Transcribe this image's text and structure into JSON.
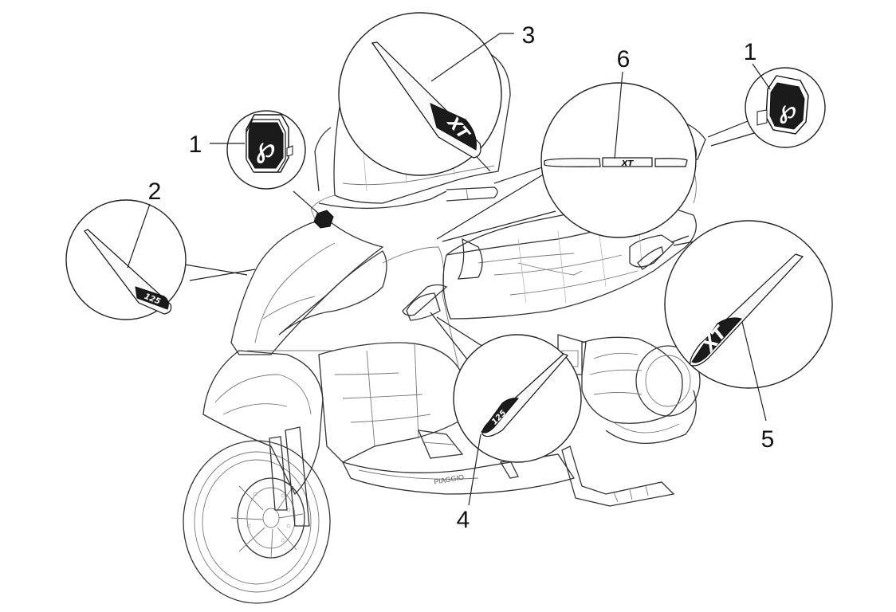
{
  "callouts": [
    {
      "id": "label-1-left",
      "text": "1"
    },
    {
      "id": "label-2",
      "text": "2"
    },
    {
      "id": "label-3",
      "text": "3"
    },
    {
      "id": "label-6",
      "text": "6"
    },
    {
      "id": "label-1-right",
      "text": "1"
    },
    {
      "id": "label-5",
      "text": "5"
    },
    {
      "id": "label-4",
      "text": "4"
    }
  ],
  "decals": {
    "emblem": "℘",
    "xt": "XT",
    "engine_size": "125",
    "wing_text": "PIAGGIO"
  },
  "icons": {
    "emblem_icon": "piaggio-emblem-icon",
    "side_badge_icon": "side-badge-icon"
  }
}
